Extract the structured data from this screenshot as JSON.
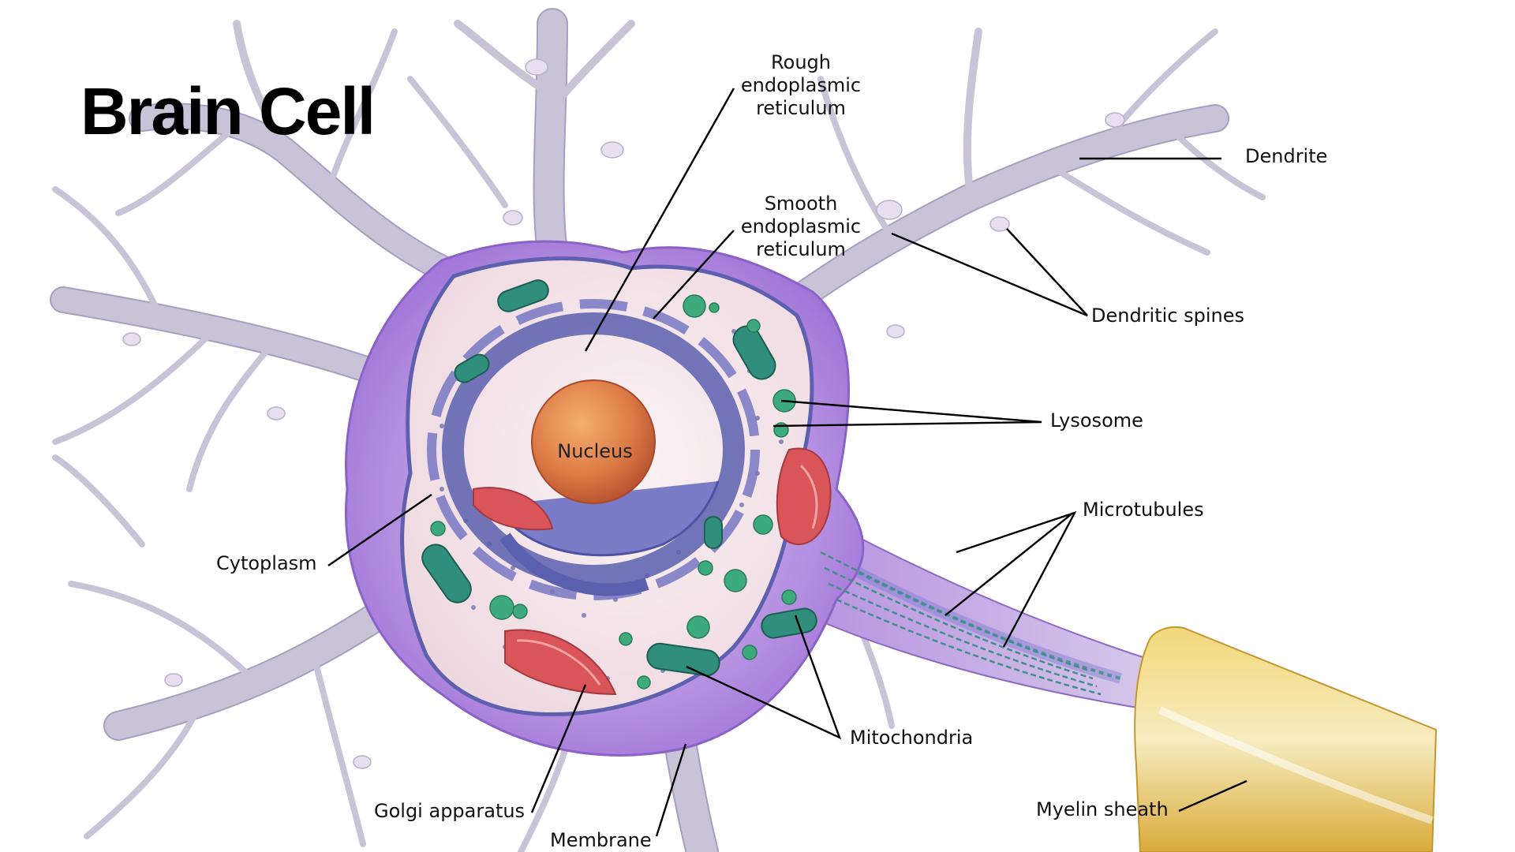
{
  "title": "Brain Cell",
  "labels": {
    "rough_er": [
      "Rough",
      "endoplasmic",
      "reticulum"
    ],
    "smooth_er": [
      "Smooth",
      "endoplasmic",
      "reticulum"
    ],
    "dendrite": "Dendrite",
    "dendritic_spines": "Dendritic spines",
    "lysosome": "Lysosome",
    "microtubules": "Microtubules",
    "cytoplasm": "Cytoplasm",
    "nucleus": "Nucleus",
    "mitochondria": "Mitochondria",
    "myelin_sheath": "Myelin sheath",
    "golgi_apparatus": "Golgi apparatus",
    "membrane": "Membrane"
  },
  "colors": {
    "cell_body": "#b48ee0",
    "cytoplasm": "#f3e6ea",
    "nucleus": "#d9763f",
    "nuclear_envelope": "#5a5fae",
    "mitochondria": "#2f8f7c",
    "golgi": "#d9555a",
    "myelin": "#e8c356",
    "dendrite": "#d6d1e2"
  }
}
